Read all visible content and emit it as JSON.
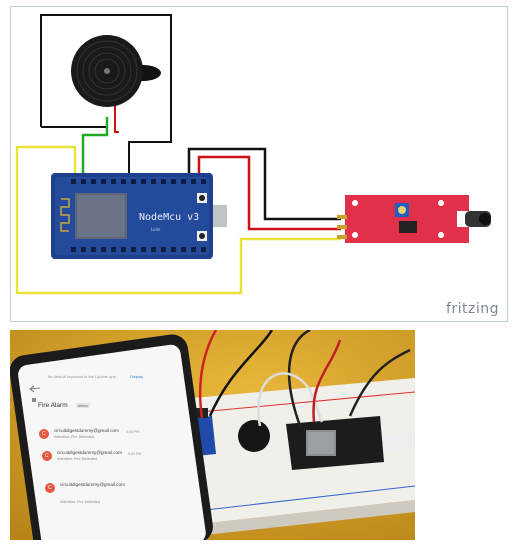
{
  "diagram": {
    "board_label": "NodeMcu v3",
    "board_sublabel": "Lolin",
    "watermark": "fritzing",
    "colors": {
      "wire_black": "#111111",
      "wire_red": "#cc1111",
      "wire_green": "#22aa22",
      "wire_yellow": "#e8e23a",
      "board": "#1e3f8a",
      "sensor": "#e0304a"
    }
  },
  "phone": {
    "header_text": "Ife default keyboard in the Update app",
    "dismiss_text": "Display",
    "subject": "Fire Alarm",
    "inbox_tag": "Inbox",
    "messages": [
      {
        "initial": "C",
        "sender": "circuitdigestdummy@gmail.com",
        "body": "Attention: Fire Detected",
        "time": "5:08 PM"
      },
      {
        "initial": "C",
        "sender": "circuitdigestdummy@gmail.com",
        "body": "Attention: Fire Detected",
        "time": "5:09 PM"
      },
      {
        "initial": "C",
        "sender": "circuitdigestdummy@gmail.com",
        "body": "Attention: Fire Detected",
        "time": ""
      }
    ]
  }
}
